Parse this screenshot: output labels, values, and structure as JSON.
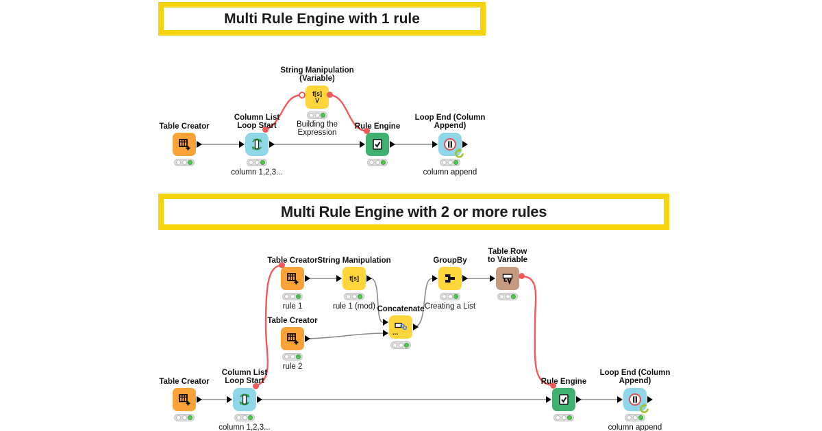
{
  "colors": {
    "banner_yellow": "#F5D30D",
    "node_orange": "#F8A237",
    "node_yellow": "#FFD53C",
    "node_cyan": "#8FD6E8",
    "node_green": "#3FB06F",
    "node_tan": "#C49A80",
    "flow_variable_red": "#F2595B",
    "status_green": "#4FC94F",
    "wire_gray": "#8A8A8A"
  },
  "s1": {
    "title": "Multi Rule Engine with 1 rule",
    "tc": {
      "name": "Table Creator",
      "status": "executed"
    },
    "clls": {
      "name": "Column List\nLoop Start",
      "note": "column 1,2,3...",
      "status": "executed"
    },
    "smv": {
      "name": "String Manipulation\n(Variable)",
      "note": "Building the\nExpression",
      "icon_text": "f[s]",
      "icon_sub": "V",
      "status": "executed"
    },
    "re": {
      "name": "Rule Engine",
      "status": "executed"
    },
    "le": {
      "name": "Loop End (Column\nAppend)",
      "note": "column append",
      "status": "executed"
    }
  },
  "s2": {
    "title": "Multi Rule Engine with 2 or more rules",
    "tc_rule1": {
      "name": "Table Creator",
      "note": "rule 1",
      "status": "executed"
    },
    "sm": {
      "name": "String Manipulation",
      "note": "rule 1 (mod)",
      "icon_text": "f[s]",
      "status": "executed"
    },
    "gb": {
      "name": "GroupBy",
      "note": "Creating a List",
      "status": "executed"
    },
    "trv": {
      "name": "Table Row\nto Variable",
      "status": "executed"
    },
    "cat": {
      "name": "Concatenate",
      "icon_dots": "...",
      "status": "executed"
    },
    "tc_rule2": {
      "name": "Table Creator",
      "note": "rule 2",
      "status": "executed"
    },
    "tc": {
      "name": "Table Creator",
      "status": "executed"
    },
    "clls": {
      "name": "Column List\nLoop Start",
      "note": "column 1,2,3...",
      "status": "executed"
    },
    "re": {
      "name": "Rule Engine",
      "status": "executed"
    },
    "le": {
      "name": "Loop End (Column\nAppend)",
      "note": "column append",
      "status": "executed"
    }
  }
}
